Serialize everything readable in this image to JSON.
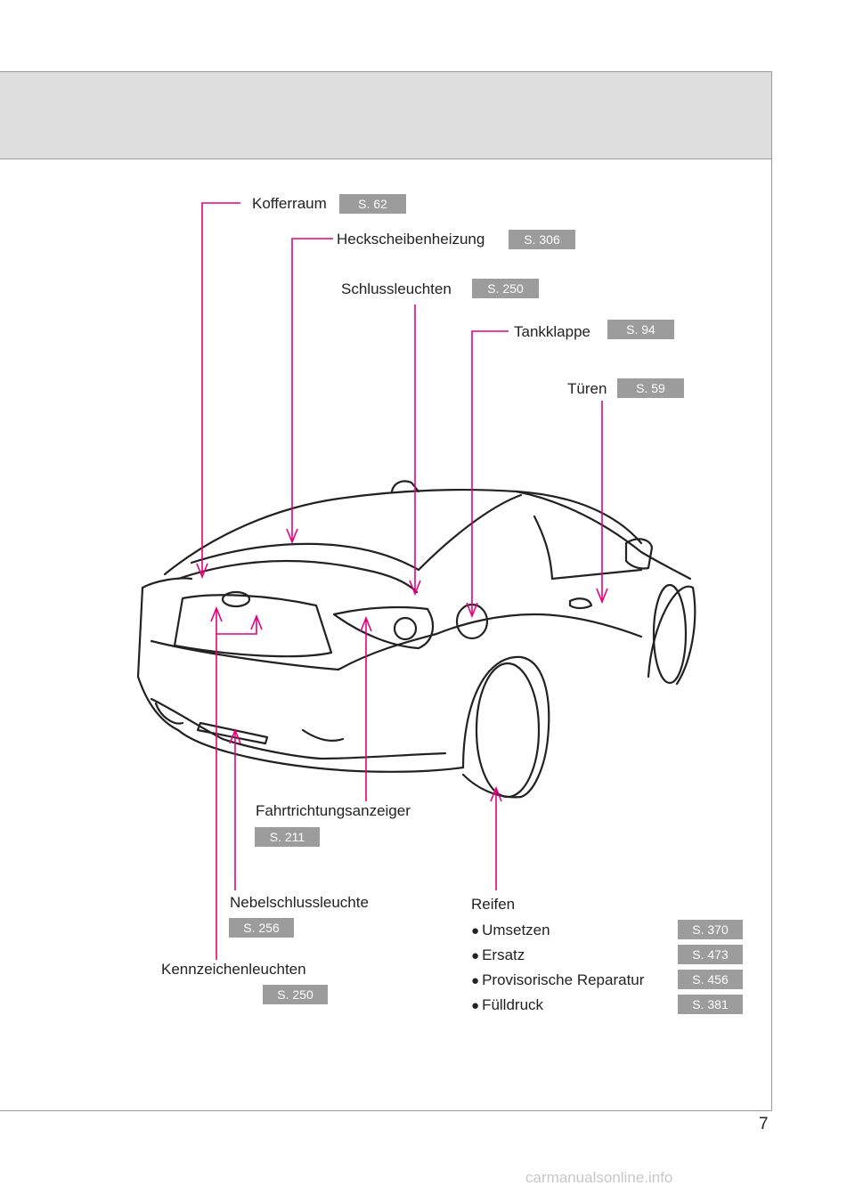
{
  "page": {
    "number": "7",
    "watermark": "carmanualsonline.info"
  },
  "callouts": {
    "kofferraum": {
      "label": "Kofferraum",
      "page_ref": "S. 62"
    },
    "heckscheibenheizung": {
      "label": "Heckscheibenheizung",
      "page_ref": "S. 306"
    },
    "schlussleuchten": {
      "label": "Schlussleuchten",
      "page_ref": "S. 250"
    },
    "tankklappe": {
      "label": "Tankklappe",
      "page_ref": "S. 94"
    },
    "tueren": {
      "label": "Türen",
      "page_ref": "S. 59"
    },
    "fahrtrichtungsanzeiger": {
      "label": "Fahrtrichtungsanzeiger",
      "page_ref": "S. 211"
    },
    "nebelschlussleuchte": {
      "label": "Nebelschlussleuchte",
      "page_ref": "S. 256"
    },
    "kennzeichenleuchten": {
      "label": "Kennzeichenleuchten",
      "page_ref": "S. 250"
    },
    "reifen": {
      "label": "Reifen",
      "items": [
        {
          "label": "Umsetzen",
          "page_ref": "S. 370"
        },
        {
          "label": "Ersatz",
          "page_ref": "S. 473"
        },
        {
          "label": "Provisorische Reparatur",
          "page_ref": "S. 456"
        },
        {
          "label": "Fülldruck",
          "page_ref": "S. 381"
        }
      ]
    }
  },
  "colors": {
    "leader": "#e6007e",
    "badge": "#9c9c9c",
    "band": "#dedede"
  }
}
